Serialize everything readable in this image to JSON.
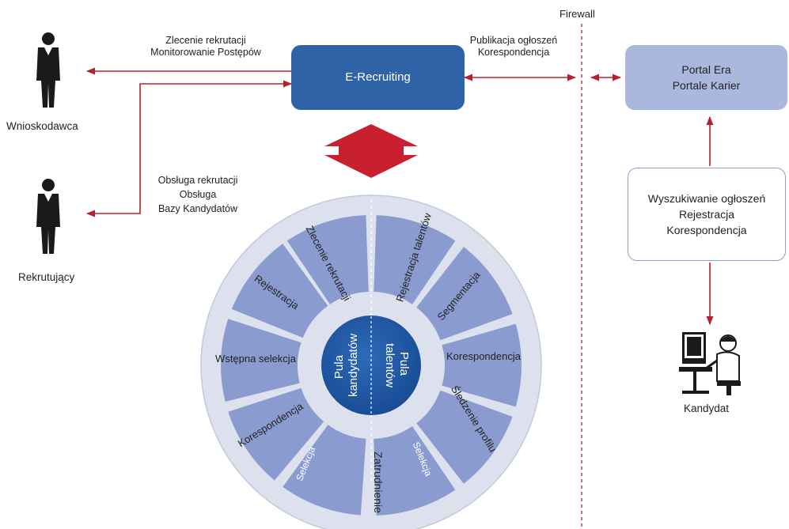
{
  "firewall_label": "Firewall",
  "nodes": {
    "erecruiting": "E-Recruiting",
    "portal": [
      "Portal Era",
      "Portale Karier"
    ],
    "search_box": [
      "Wyszukiwanie ogłoszeń",
      "Rejestracja",
      "Korespondencja"
    ]
  },
  "actors": {
    "wnioskodawca": "Wnioskodawca",
    "rekrutujacy": "Rekrutujący",
    "kandydat": "Kandydat"
  },
  "edge_labels": {
    "zlecenie": [
      "Zlecenie rekrutacji",
      "Monitorowanie Postępów"
    ],
    "obsluga": [
      "Obsługa rekrutacji",
      "Obsługa",
      "Bazy Kandydatów"
    ],
    "publikacja": [
      "Publikacja ogłoszeń",
      "Korespondencja"
    ]
  },
  "wheel": {
    "center_left": [
      "Pula",
      "kandydatów"
    ],
    "center_right": [
      "Pula",
      "talentów"
    ],
    "left_segments": [
      "Zlecenie rekrutacji",
      "Rejestracja",
      "Wstępna selekcja",
      "Korespondencja"
    ],
    "right_segments": [
      "Rejestracja talentów",
      "Segmentacja",
      "Korespondencja",
      "Śledzenie profilu"
    ],
    "selekcja_left": "Selekcja",
    "selekcja_right": "Selekcja",
    "zatrudnienie": "Zatrudnienie"
  },
  "colors": {
    "arrow_red": "#b5202e",
    "primary_blue": "#2f63a8",
    "dark_blue": "#1f4f97",
    "portal_blue": "#a9b8dc",
    "wheel_bg": "#dde1ee",
    "segment": "#8a9bcf"
  }
}
